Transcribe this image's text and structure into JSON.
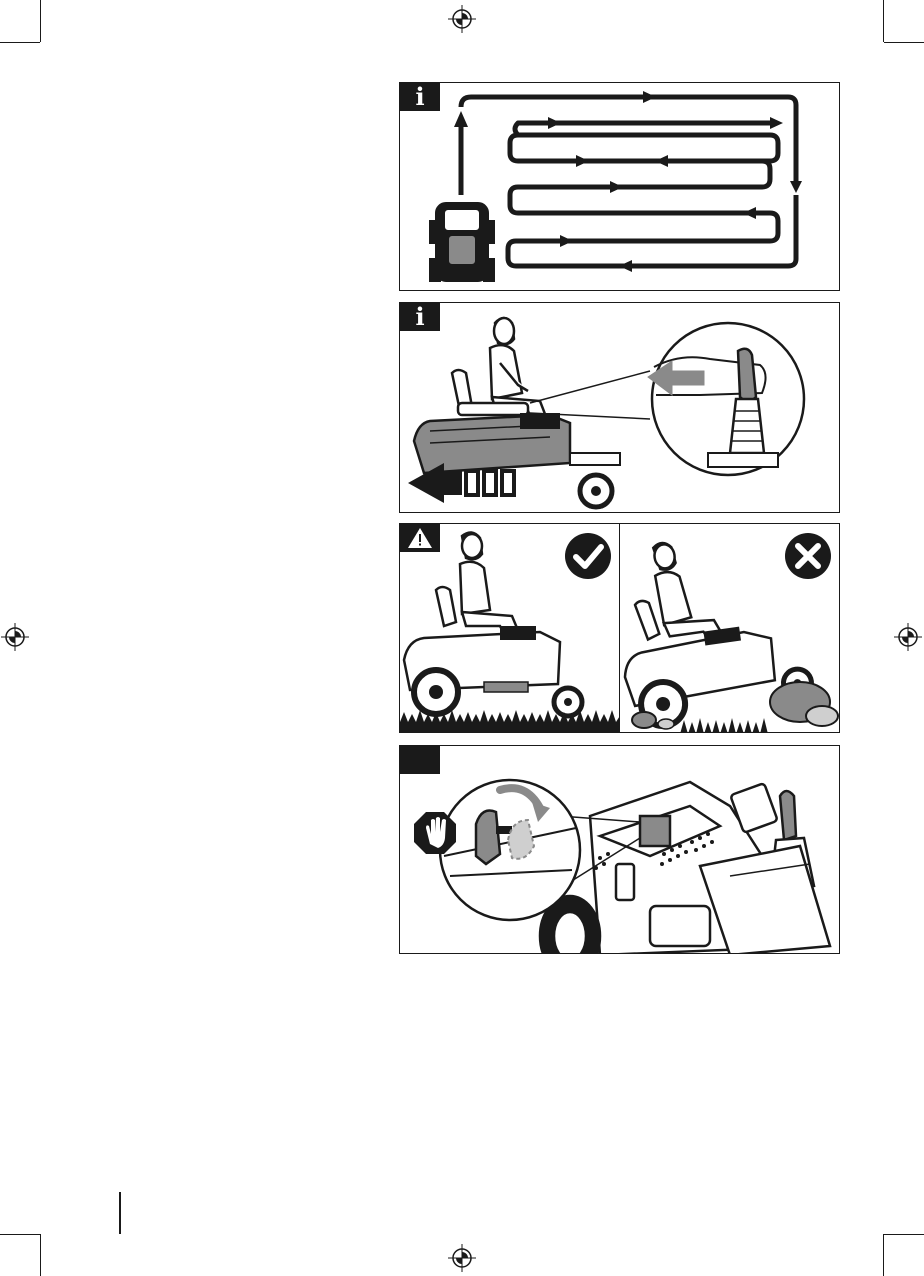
{
  "page": {
    "panels": [
      {
        "id": "mowing-pattern",
        "tag": "i",
        "tag_icon": "info-icon"
      },
      {
        "id": "reverse-lever",
        "tag": "i",
        "tag_icon": "info-icon"
      },
      {
        "id": "slope-warning",
        "tag": "!",
        "tag_icon": "warning-icon",
        "correct_icon": "check-icon",
        "wrong_icon": "cross-icon"
      },
      {
        "id": "parking-brake",
        "tag": "",
        "tag_icon": "blank-tag",
        "stop_icon": "stop-hand-icon"
      }
    ],
    "colors": {
      "ink": "#1a1a1a",
      "grey": "#8a8a8a",
      "light_grey": "#cfcfcf",
      "paper": "#ffffff"
    }
  }
}
